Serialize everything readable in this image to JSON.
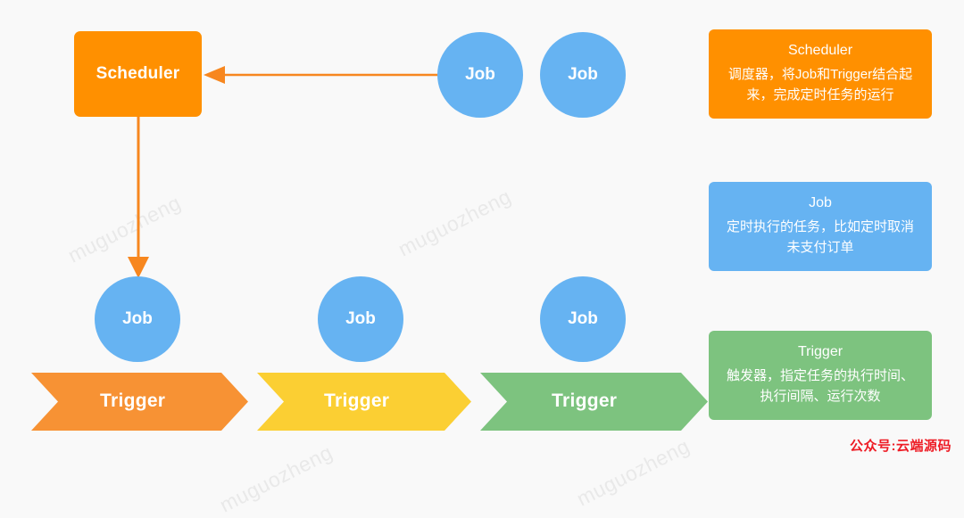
{
  "watermark": {
    "text": "muguozheng",
    "color": "#e9e9e9"
  },
  "colors": {
    "orange": "#FF9000",
    "blue": "#66B3F2",
    "yellow": "#FBCF33",
    "green": "#7DC37F",
    "background": "#f9f9f9",
    "credit_red": "#ee1c25"
  },
  "nodes": {
    "scheduler_label": "Scheduler",
    "job_label": "Job",
    "trigger_label": "Trigger"
  },
  "jobs_top": [
    {
      "label": "Job"
    },
    {
      "label": "Job"
    }
  ],
  "jobs_bottom": [
    {
      "label": "Job"
    },
    {
      "label": "Job"
    },
    {
      "label": "Job"
    }
  ],
  "triggers": [
    {
      "label": "Trigger",
      "color": "#F79234"
    },
    {
      "label": "Trigger",
      "color": "#FBCF33"
    },
    {
      "label": "Trigger",
      "color": "#7DC37F"
    }
  ],
  "legend": [
    {
      "title": "Scheduler",
      "desc": "调度器，将Job和Trigger结合起来，完成定时任务的运行",
      "color": "#FF9000"
    },
    {
      "title": "Job",
      "desc": "定时执行的任务，比如定时取消未支付订单",
      "color": "#66B3F2"
    },
    {
      "title": "Trigger",
      "desc": "触发器，指定任务的执行时间、执行间隔、运行次数",
      "color": "#7DC37F"
    }
  ],
  "credit": {
    "text": "公众号:云端源码"
  }
}
